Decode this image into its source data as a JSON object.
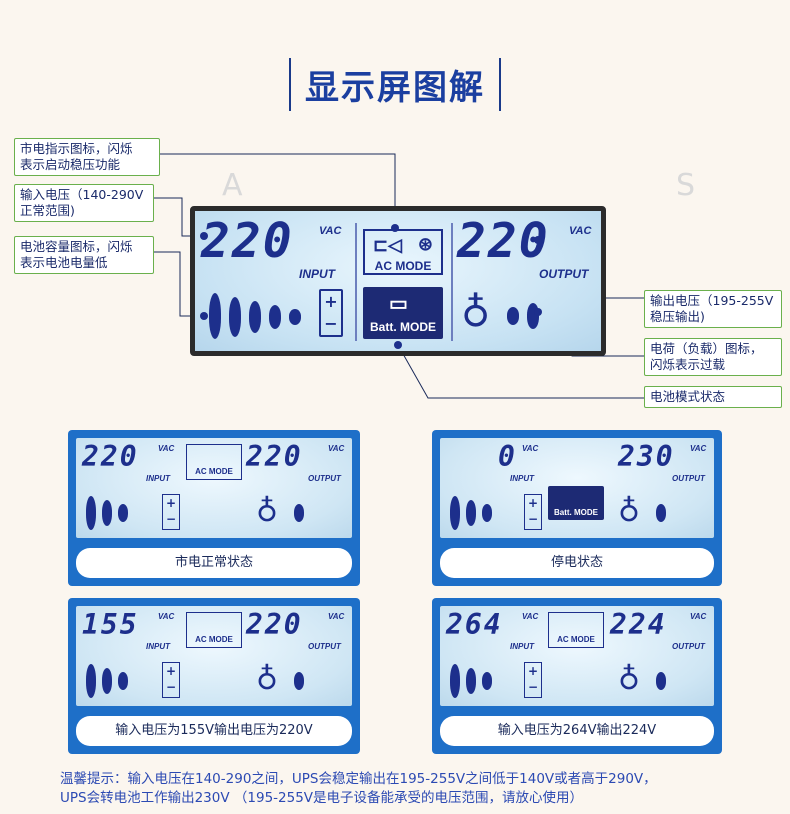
{
  "title": "显示屏图解",
  "ghost_letters": [
    "A",
    "S"
  ],
  "annotations": {
    "ac_icon": "市电指示图标，闪烁\n表示启动稳压功能",
    "input_voltage": "输入电压（140-290V\n正常范围)",
    "battery_icon": "电池容量图标，闪烁\n表示电池电量低",
    "output_voltage": "输出电压（195-255V\n稳压输出)",
    "load_icon": "电荷（负载）图标，\n闪烁表示过载",
    "battery_mode": "电池模式状态"
  },
  "main_display": {
    "input_value": "220",
    "output_value": "220",
    "vac": "VAC",
    "input_label": "INPUT",
    "output_label": "OUTPUT",
    "ac_mode": "AC MODE",
    "batt_mode": "Batt. MODE"
  },
  "panels": [
    {
      "input": "220",
      "output": "220",
      "mode": "AC MODE",
      "caption": "市电正常状态"
    },
    {
      "input": "0",
      "output": "230",
      "mode": "Batt. MODE",
      "caption": "停电状态"
    },
    {
      "input": "155",
      "output": "220",
      "mode": "AC MODE",
      "caption": "输入电压为155V输出电压为220V"
    },
    {
      "input": "264",
      "output": "224",
      "mode": "AC MODE",
      "caption": "输入电压为264V输出224V"
    }
  ],
  "footer": {
    "line1": "温馨提示：输入电压在140-290之间，UPS会稳定输出在195-255V之间低于140V或者高于290V，",
    "line2": "UPS会转电池工作输出230V （195-255V是电子设备能承受的电压范围，请放心使用）"
  },
  "colors": {
    "lcd_ink": "#1d2f8c",
    "panel_blue": "#1e6fc8",
    "note_border": "#6ab04c",
    "title": "#1b3fa0"
  }
}
